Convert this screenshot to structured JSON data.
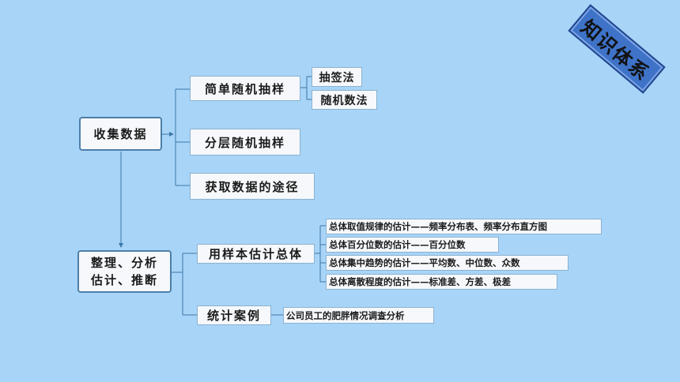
{
  "badge": "知识体系",
  "nodes": {
    "collect": "收集数据",
    "simple_random": "简单随机抽样",
    "lottery": "抽签法",
    "random_number": "随机数法",
    "stratified": "分层随机抽样",
    "ways": "获取数据的途径",
    "analyze_line1": "整理、分析",
    "analyze_line2": "估计、推断",
    "sample_estimate": "用样本估计总体",
    "estimates": [
      "总体取值规律的估计——频率分布表、频率分布直方图",
      "总体百分位数的估计——百分位数",
      "总体集中趋势的估计——平均数、中位数、众数",
      "总体离散程度的估计——标准差、方差、极差"
    ],
    "case": "统计案例",
    "case_detail": "公司员工的肥胖情况调查分析"
  },
  "colors": {
    "background": "#a8d4f8",
    "line": "#3d78a8",
    "badge": "#3e73c8"
  }
}
